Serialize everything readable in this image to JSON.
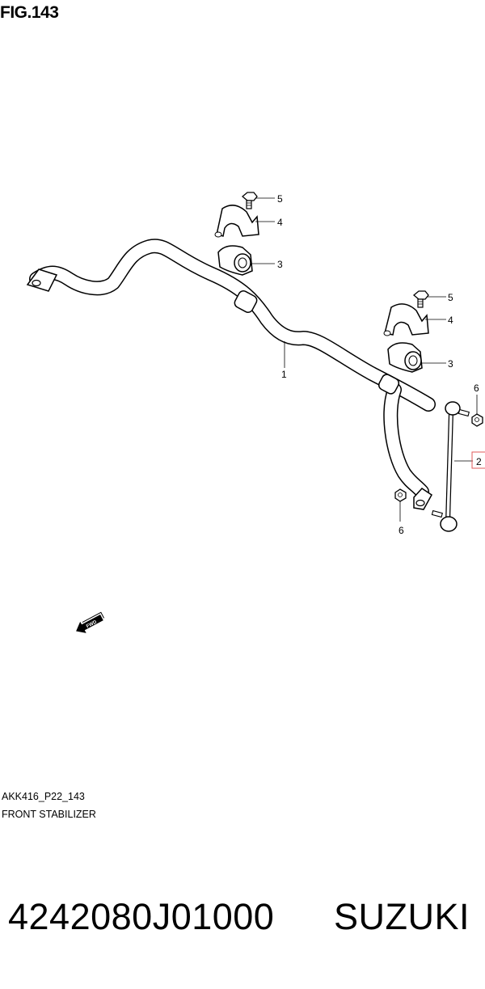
{
  "figure": {
    "title": "FIG.143",
    "code": "AKK416_P22_143",
    "name": "FRONT STABILIZER"
  },
  "callouts": {
    "bar": "1",
    "link": "2",
    "bushing_left": "3",
    "bushing_right": "3",
    "bracket_left": "4",
    "bracket_right": "4",
    "bolt_left": "5",
    "bolt_right": "5",
    "nut_top": "6",
    "nut_bottom": "6"
  },
  "fwd_label": "FWD",
  "part_number": "4242080J01000",
  "brand": "SUZUKI",
  "colors": {
    "highlight": "#e05a5a",
    "line": "#000000",
    "shade": "#d8d8d8"
  }
}
